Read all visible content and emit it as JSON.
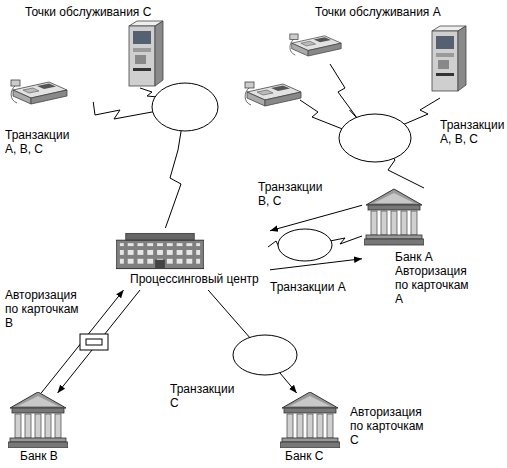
{
  "diagram": {
    "nodes": [
      {
        "text": [
          "Точки обслуживания С"
        ]
      },
      {
        "text": [
          "Точки обслуживания А"
        ]
      },
      {
        "text": [
          "Процессинговый центр"
        ]
      },
      {
        "text": [
          "Банк А",
          "Авторизация по карточкам А"
        ]
      },
      {
        "text": [
          "Банк В"
        ]
      },
      {
        "text": [
          "Банк С",
          "Авторизация по карточкам С"
        ]
      }
    ],
    "edges": [
      {
        "from": 0,
        "to": 2,
        "label": "Транзакции А, В, С",
        "arrow": "none"
      },
      {
        "from": 1,
        "to": 3,
        "label": "Транзакции А, В, С",
        "arrow": "none"
      },
      {
        "from": 3,
        "to": 2,
        "label": "Транзакции В, С",
        "arrow": "to"
      },
      {
        "from": 2,
        "to": 3,
        "label": "Транзакции А",
        "arrow": "to"
      },
      {
        "from": 2,
        "to": 4,
        "arrow": "to"
      },
      {
        "from": 4,
        "to": 2,
        "label": "Авторизация по карточкам В",
        "arrow": "to"
      },
      {
        "from": 2,
        "to": 5,
        "label": "Транзакции С",
        "arrow": "to"
      }
    ]
  }
}
